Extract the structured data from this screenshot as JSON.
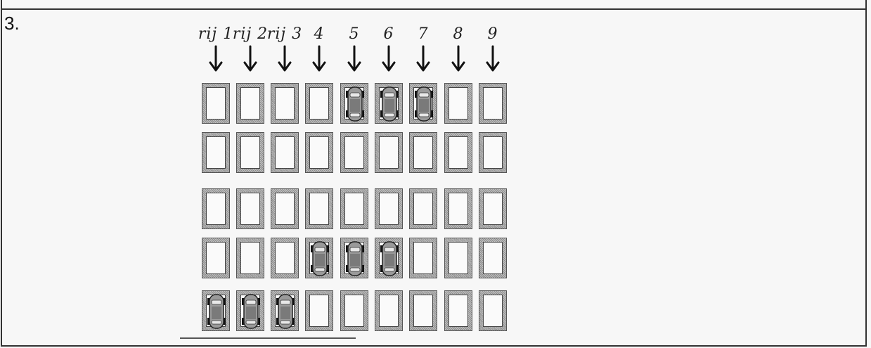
{
  "question_number": "3.",
  "row_labels": [
    "rij 1",
    "rij 2",
    "rij 3",
    "4",
    "5",
    "6",
    "7",
    "8",
    "9"
  ],
  "parking_grid": {
    "columns": 9,
    "rows": 5,
    "occupied": [
      [
        0,
        0,
        0,
        0,
        1,
        1,
        1,
        0,
        0
      ],
      [
        0,
        0,
        0,
        0,
        0,
        0,
        0,
        0,
        0
      ],
      [
        0,
        0,
        0,
        0,
        0,
        0,
        0,
        0,
        0
      ],
      [
        0,
        0,
        0,
        1,
        1,
        1,
        0,
        0,
        0
      ],
      [
        1,
        1,
        1,
        0,
        0,
        0,
        0,
        0,
        0
      ]
    ]
  },
  "icons": {
    "arrow": "down-arrow-icon",
    "car": "car-icon",
    "slot": "parking-slot"
  }
}
